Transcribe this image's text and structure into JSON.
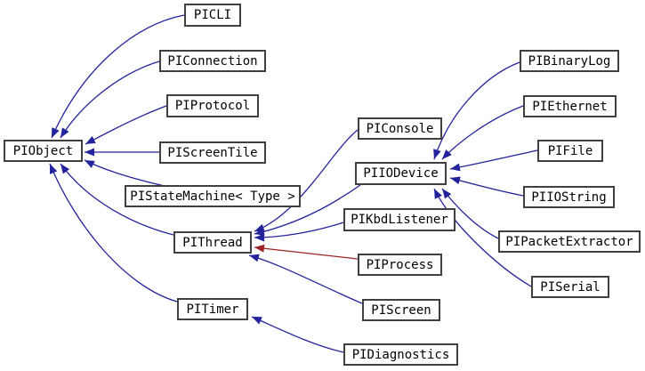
{
  "diagram": {
    "kind": "class-inheritance-graph",
    "background_color": "#ffffff",
    "edge_color_public": "#23239b",
    "edge_color_private": "#9b2323",
    "box_border_color": "#404040",
    "box_fill_color": "#ffffff",
    "text_color": "#000000",
    "nodes": [
      {
        "id": "piobject",
        "label": "PIObject"
      },
      {
        "id": "picli",
        "label": "PICLI"
      },
      {
        "id": "piconnection",
        "label": "PIConnection"
      },
      {
        "id": "piprotocol",
        "label": "PIProtocol"
      },
      {
        "id": "piscreentile",
        "label": "PIScreenTile"
      },
      {
        "id": "pistatemachine",
        "label": "PIStateMachine< Type >"
      },
      {
        "id": "pithread",
        "label": "PIThread"
      },
      {
        "id": "pitimer",
        "label": "PITimer"
      },
      {
        "id": "piconsole",
        "label": "PIConsole"
      },
      {
        "id": "piiodevice",
        "label": "PIIODevice"
      },
      {
        "id": "pikbdlistener",
        "label": "PIKbdListener"
      },
      {
        "id": "piprocess",
        "label": "PIProcess"
      },
      {
        "id": "piscreen",
        "label": "PIScreen"
      },
      {
        "id": "pidiagnostics",
        "label": "PIDiagnostics"
      },
      {
        "id": "pibinarylog",
        "label": "PIBinaryLog"
      },
      {
        "id": "piethernet",
        "label": "PIEthernet"
      },
      {
        "id": "pifile",
        "label": "PIFile"
      },
      {
        "id": "piiostring",
        "label": "PIIOString"
      },
      {
        "id": "pipacketextractor",
        "label": "PIPacketExtractor"
      },
      {
        "id": "piserial",
        "label": "PISerial"
      }
    ],
    "edges": [
      {
        "from": "PICLI",
        "to": "PIObject",
        "relation": "public"
      },
      {
        "from": "PIConnection",
        "to": "PIObject",
        "relation": "public"
      },
      {
        "from": "PIProtocol",
        "to": "PIObject",
        "relation": "public"
      },
      {
        "from": "PIScreenTile",
        "to": "PIObject",
        "relation": "public"
      },
      {
        "from": "PIStateMachine< Type >",
        "to": "PIObject",
        "relation": "public"
      },
      {
        "from": "PIThread",
        "to": "PIObject",
        "relation": "public"
      },
      {
        "from": "PITimer",
        "to": "PIObject",
        "relation": "public"
      },
      {
        "from": "PIConsole",
        "to": "PIThread",
        "relation": "public"
      },
      {
        "from": "PIIODevice",
        "to": "PIThread",
        "relation": "public"
      },
      {
        "from": "PIKbdListener",
        "to": "PIThread",
        "relation": "public"
      },
      {
        "from": "PIProcess",
        "to": "PIThread",
        "relation": "private"
      },
      {
        "from": "PIScreen",
        "to": "PIThread",
        "relation": "public"
      },
      {
        "from": "PIBinaryLog",
        "to": "PIIODevice",
        "relation": "public"
      },
      {
        "from": "PIEthernet",
        "to": "PIIODevice",
        "relation": "public"
      },
      {
        "from": "PIFile",
        "to": "PIIODevice",
        "relation": "public"
      },
      {
        "from": "PIIOString",
        "to": "PIIODevice",
        "relation": "public"
      },
      {
        "from": "PIPacketExtractor",
        "to": "PIIODevice",
        "relation": "public"
      },
      {
        "from": "PISerial",
        "to": "PIIODevice",
        "relation": "public"
      },
      {
        "from": "PIDiagnostics",
        "to": "PITimer",
        "relation": "public"
      }
    ]
  }
}
